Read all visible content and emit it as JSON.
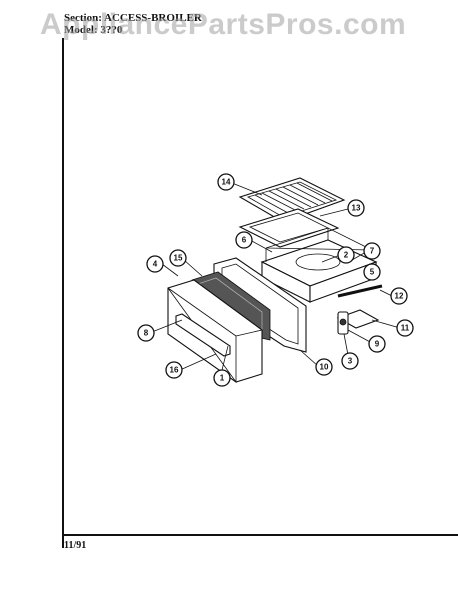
{
  "header": {
    "section_line": "Section: ACCESS-BROILER",
    "model_line": "Model: 3??0"
  },
  "footer": {
    "date": "11/91"
  },
  "watermark": {
    "text": "AppliancePartsPros.com"
  },
  "callouts": [
    "1",
    "2",
    "3",
    "4",
    "5",
    "6",
    "7",
    "8",
    "9",
    "10",
    "11",
    "12",
    "13",
    "14",
    "15",
    "16"
  ]
}
